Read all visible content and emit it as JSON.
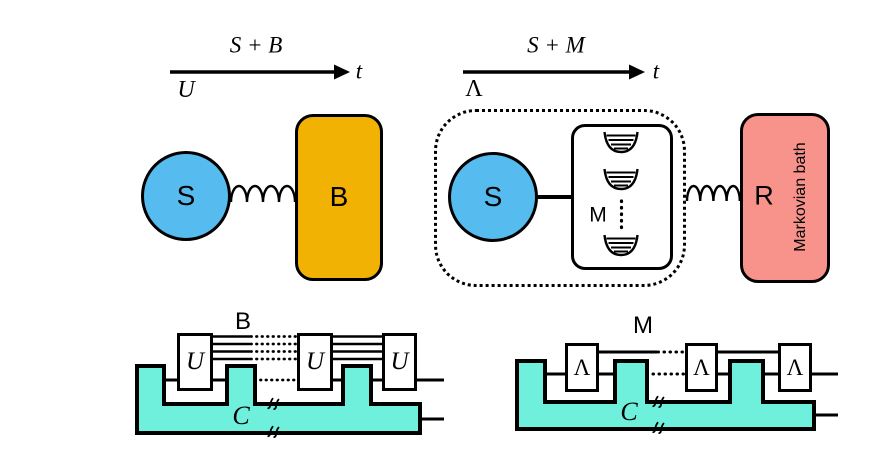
{
  "top_left": {
    "timeline_label": "S + B",
    "time_symbol": "t",
    "propagator": "U",
    "system": "S",
    "bath": "B"
  },
  "top_right": {
    "timeline_label": "S + M",
    "time_symbol": "t",
    "propagator": "Λ",
    "system": "S",
    "modes": "M",
    "reservoir": "R",
    "reservoir_caption": "Markovian bath"
  },
  "bottom_left": {
    "title": "B",
    "gate": "U",
    "register": "C"
  },
  "bottom_right": {
    "title": "M",
    "gate": "Λ",
    "register": "C"
  },
  "colors": {
    "system_blue": "#56BBEE",
    "bath_orange": "#F2B203",
    "reservoir_pink": "#F7938B",
    "register_teal": "#6FF0DC",
    "ink": "#000000"
  },
  "icons": {
    "coupling_spring": "scalloped spring squiggle",
    "harmonic_well": "parabola with energy levels",
    "bus_break": "double squiggle wire mark",
    "time_arrow": "right arrow"
  }
}
